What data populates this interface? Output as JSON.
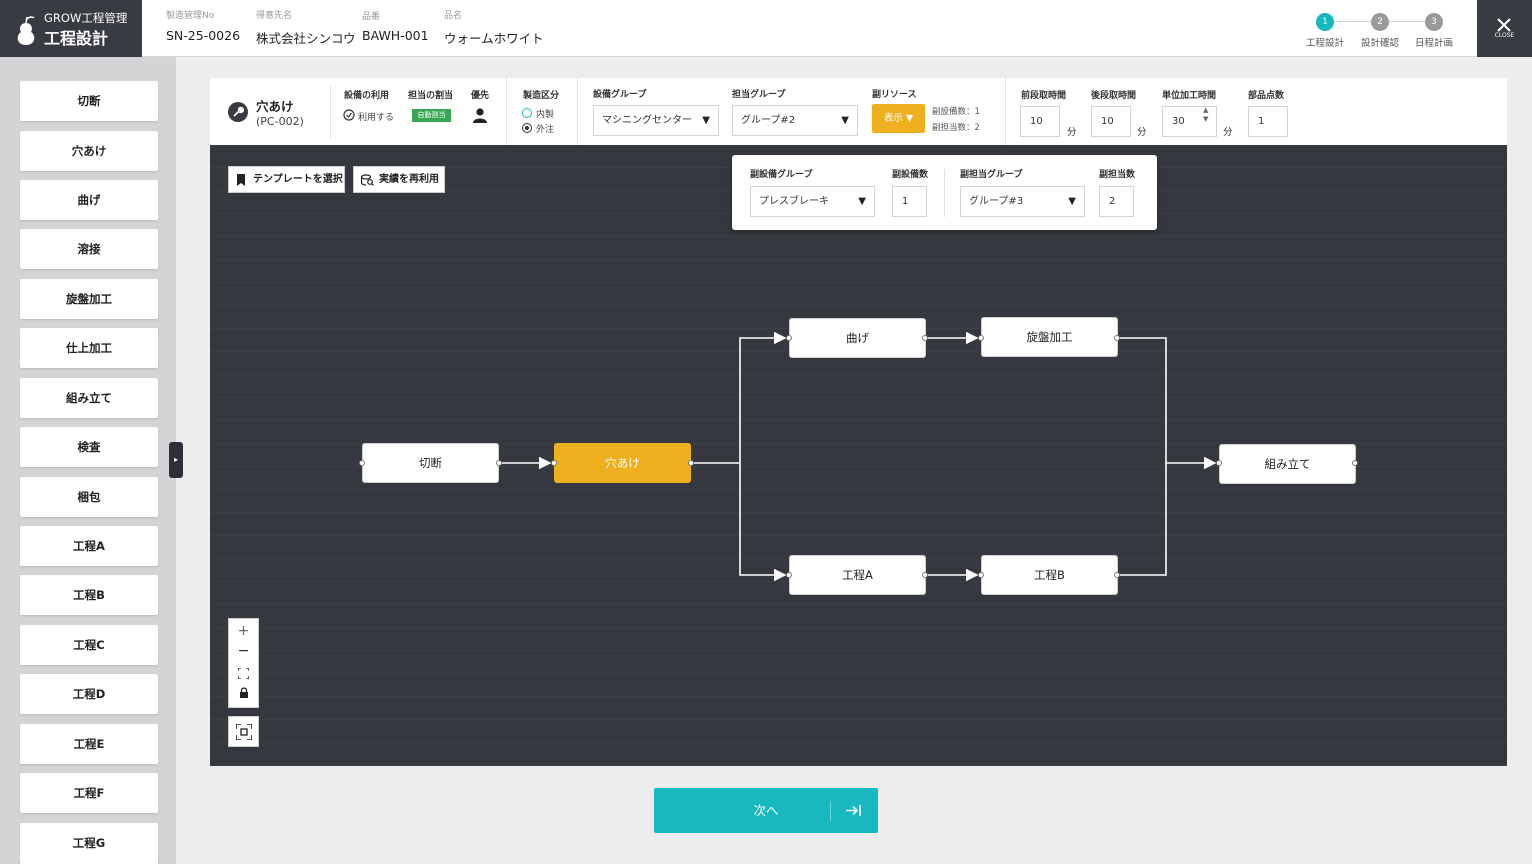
{
  "brand": {
    "line1": "GROW工程管理",
    "line2": "工程設計"
  },
  "meta": [
    {
      "label": "製造管理No",
      "value": "SN-25-0026"
    },
    {
      "label": "得意先名",
      "value": "株式会社シンコウ"
    },
    {
      "label": "品番",
      "value": "BAWH-001"
    },
    {
      "label": "品名",
      "value": "ウォームホワイト"
    }
  ],
  "steps": [
    {
      "num": "1",
      "label": "工程設計",
      "active": true
    },
    {
      "num": "2",
      "label": "設計確認",
      "active": false
    },
    {
      "num": "3",
      "label": "日程計画",
      "active": false
    }
  ],
  "close_label": "CLOSE",
  "sidebar": {
    "items": [
      "切断",
      "穴あけ",
      "曲げ",
      "溶接",
      "旋盤加工",
      "仕上加工",
      "組み立て",
      "検査",
      "梱包",
      "工程A",
      "工程B",
      "工程C",
      "工程D",
      "工程E",
      "工程F",
      "工程G"
    ]
  },
  "toolbar": {
    "process_name": "穴あけ",
    "process_code": "(PC-002)",
    "equip_use_label": "設備の利用",
    "equip_use_value": "利用する",
    "assign_label": "担当の割当",
    "assign_badge": "自動割当",
    "priority_label": "優先",
    "mfg_label": "製造区分",
    "mfg_opt1": "内製",
    "mfg_opt2": "外注",
    "equip_group_label": "設備グループ",
    "equip_group_value": "マシニングセンター",
    "staff_group_label": "担当グループ",
    "staff_group_value": "グループ#2",
    "sub_resource_label": "副リソース",
    "show_button": "表示 ▼",
    "sub_equip_count": "副設備数：1",
    "sub_staff_count": "副担当数：2",
    "pre_time_label": "前段取時間",
    "pre_time_value": "10",
    "post_time_label": "後段取時間",
    "post_time_value": "10",
    "unit_time_label": "単位加工時間",
    "unit_time_value": "30",
    "unit_min": "分",
    "parts_label": "部品点数",
    "parts_value": "1"
  },
  "canvas_buttons": {
    "template": "テンプレートを選択",
    "reuse": "実績を再利用"
  },
  "popup": {
    "sub_equip_group_label": "副設備グループ",
    "sub_equip_group_value": "プレスブレーキ",
    "sub_equip_num_label": "副設備数",
    "sub_equip_num_value": "1",
    "sub_staff_group_label": "副担当グループ",
    "sub_staff_group_value": "グループ#3",
    "sub_staff_num_label": "副担当数",
    "sub_staff_num_value": "2"
  },
  "nodes": {
    "cut": "切断",
    "drill": "穴あけ",
    "bend": "曲げ",
    "lathe": "旋盤加工",
    "procA": "工程A",
    "procB": "工程B",
    "assemble": "組み立て"
  },
  "next_button": "次へ",
  "colors": {
    "accent": "#17b8c0",
    "active_node": "#eeb01f",
    "dark": "#393b42",
    "badge": "#3aa655"
  }
}
